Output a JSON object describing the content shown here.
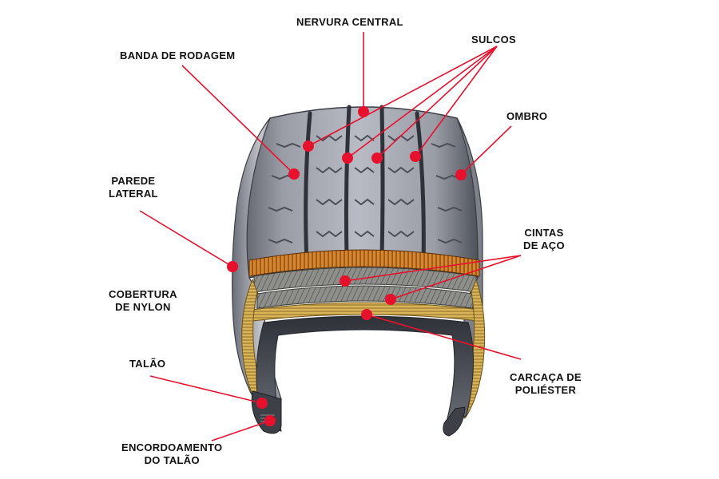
{
  "labels": {
    "nervura_central": "NERVURA CENTRAL",
    "sulcos": "SULCOS",
    "banda_de_rodagem": "BANDA DE RODAGEM",
    "ombro": "OMBRO",
    "parede_lateral": [
      "PAREDE",
      "LATERAL"
    ],
    "cintas_de_aco": [
      "CINTAS",
      "DE AÇO"
    ],
    "cobertura_de_nylon": [
      "COBERTURA",
      "DE NYLON"
    ],
    "talao": "TALÃO",
    "carcaca_de_poliester": [
      "CARCAÇA DE",
      "POLIÉSTER"
    ],
    "encordoamento_do_talao": [
      "ENCORDOAMENTO",
      "DO TALÃO"
    ]
  },
  "colors": {
    "leader": "#e8112d",
    "rubber": "#8a8d94",
    "rubber_dark": "#4a4d55",
    "steel_belt": "#9b7a3a",
    "polyester": "#c9a54a",
    "nylon": "#d07a2a"
  }
}
